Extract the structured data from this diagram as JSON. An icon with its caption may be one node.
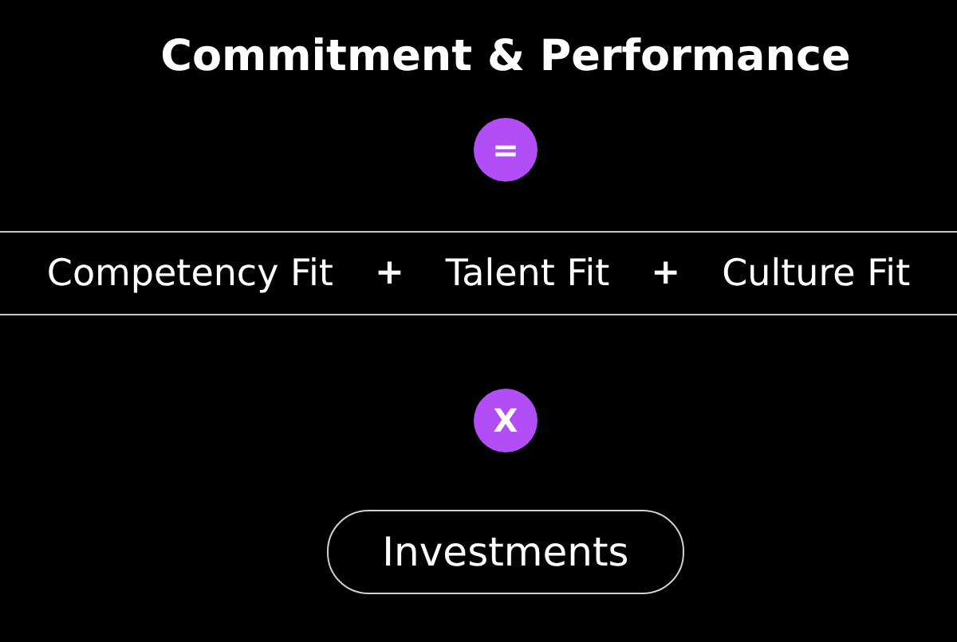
{
  "diagram": {
    "title": "Commitment & Performance",
    "nodes": [
      {
        "text": [
          "="
        ]
      },
      {
        "text": [
          "Competency Fit",
          "+",
          "Talent Fit",
          "+",
          "Culture Fit"
        ]
      },
      {
        "text": [
          "X"
        ]
      },
      {
        "text": [
          "Investments"
        ]
      }
    ]
  }
}
